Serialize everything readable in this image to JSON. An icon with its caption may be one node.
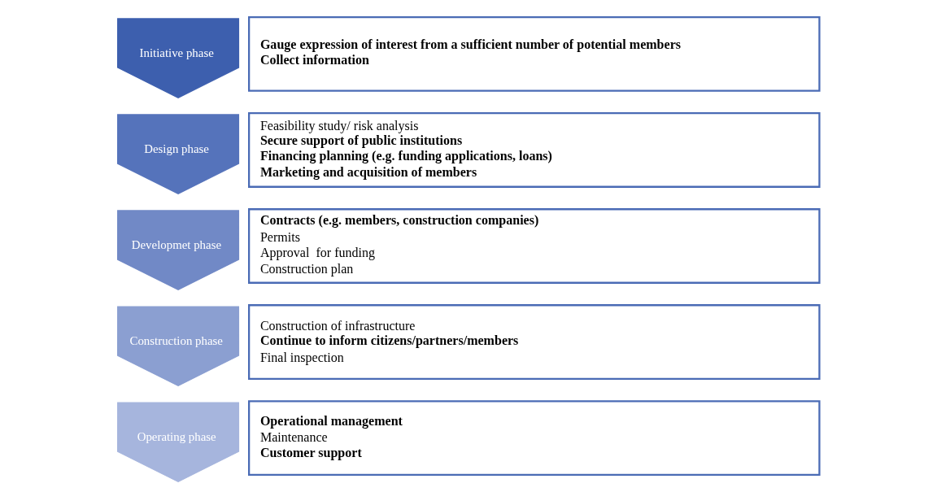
{
  "diagram": {
    "nodes": [
      {
        "text": [
          "Initiative phase"
        ]
      },
      {
        "text": [
          "Gauge expression of interest from a sufficient number of potential members",
          "Collect information"
        ]
      },
      {
        "text": [
          "Design phase"
        ]
      },
      {
        "text": [
          "Feasibility study/ risk analysis",
          "Secure support of public institutions",
          "Financing planning (e.g. funding applications, loans)",
          "Marketing and acquisition of members"
        ]
      },
      {
        "text": [
          "Developmet phase"
        ]
      },
      {
        "text": [
          "Contracts (e.g. members, construction companies)",
          "Permits",
          "Approval  for funding",
          "Construction plan"
        ]
      },
      {
        "text": [
          "Construction phase"
        ]
      },
      {
        "text": [
          "Construction of infrastructure",
          "Continue to inform citizens/partners/members",
          "Final inspection"
        ]
      },
      {
        "text": [
          "Operating phase"
        ]
      },
      {
        "text": [
          "Operational management",
          "Maintenance",
          "Customer support"
        ]
      }
    ]
  }
}
